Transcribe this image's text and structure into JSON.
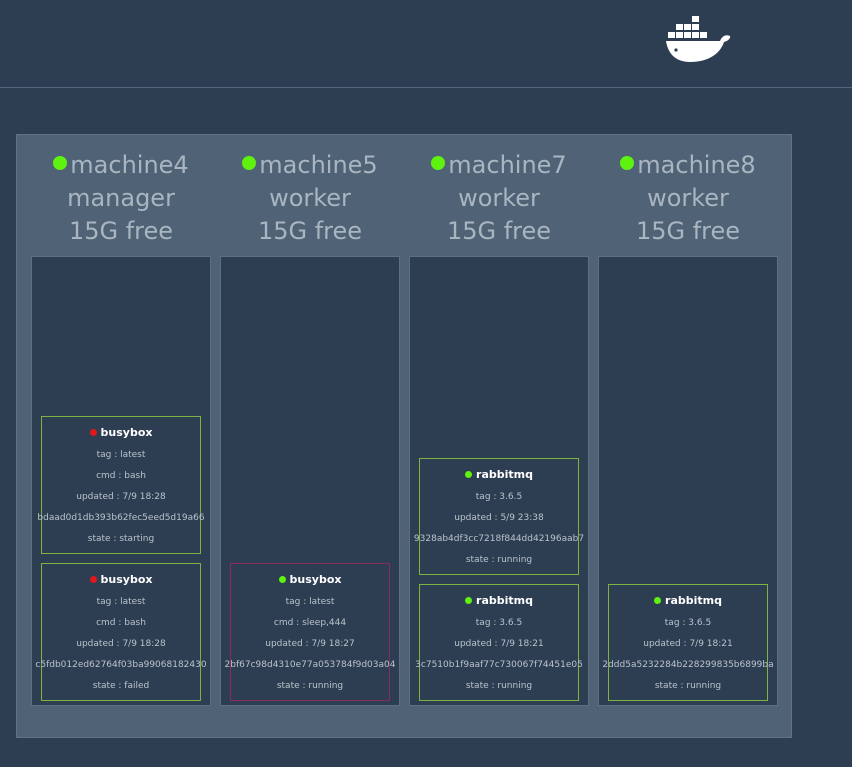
{
  "colors": {
    "background": "#2e3e52",
    "swarm_panel": "#506275",
    "node_ok": "#5ef20e",
    "task_running": "#5ef20e",
    "task_error": "#e0181b",
    "card_border": "#7cb342",
    "card_selected_border": "#8a2c5a"
  },
  "header": {
    "logo_icon": "docker-whale-icon"
  },
  "nodes": [
    {
      "name": "machine4",
      "role": "manager",
      "free": "15G free",
      "status_color": "#5ef20e",
      "tasks": [
        {
          "name": "busybox",
          "status_color": "#e0181b",
          "tag": "tag : latest",
          "cmd": "cmd : bash",
          "updated": "updated : 7/9 18:28",
          "id": "bdaad0d1db393b62fec5eed5d19a66",
          "state": "state : starting"
        },
        {
          "name": "busybox",
          "status_color": "#e0181b",
          "tag": "tag : latest",
          "cmd": "cmd : bash",
          "updated": "updated : 7/9 18:28",
          "id": "c5fdb012ed62764f03ba99068182430",
          "state": "state : failed"
        }
      ]
    },
    {
      "name": "machine5",
      "role": "worker",
      "free": "15G free",
      "status_color": "#5ef20e",
      "tasks": [
        {
          "name": "busybox",
          "status_color": "#5ef20e",
          "tag": "tag : latest",
          "cmd": "cmd : sleep,444",
          "updated": "updated : 7/9 18:27",
          "id": "2bf67c98d4310e77a053784f9d03a04",
          "state": "state : running"
        }
      ]
    },
    {
      "name": "machine7",
      "role": "worker",
      "free": "15G free",
      "status_color": "#5ef20e",
      "tasks": [
        {
          "name": "rabbitmq",
          "status_color": "#5ef20e",
          "tag": "tag : 3.6.5",
          "updated": "updated : 5/9 23:38",
          "id": "9328ab4df3cc7218f844dd42196aab7",
          "state": "state : running"
        },
        {
          "name": "rabbitmq",
          "status_color": "#5ef20e",
          "tag": "tag : 3.6.5",
          "updated": "updated : 7/9 18:21",
          "id": "3c7510b1f9aaf77c730067f74451e05",
          "state": "state : running"
        }
      ]
    },
    {
      "name": "machine8",
      "role": "worker",
      "free": "15G free",
      "status_color": "#5ef20e",
      "tasks": [
        {
          "name": "rabbitmq",
          "status_color": "#5ef20e",
          "tag": "tag : 3.6.5",
          "updated": "updated : 7/9 18:21",
          "id": "2ddd5a5232284b228299835b6899ba",
          "state": "state : running"
        }
      ]
    }
  ]
}
